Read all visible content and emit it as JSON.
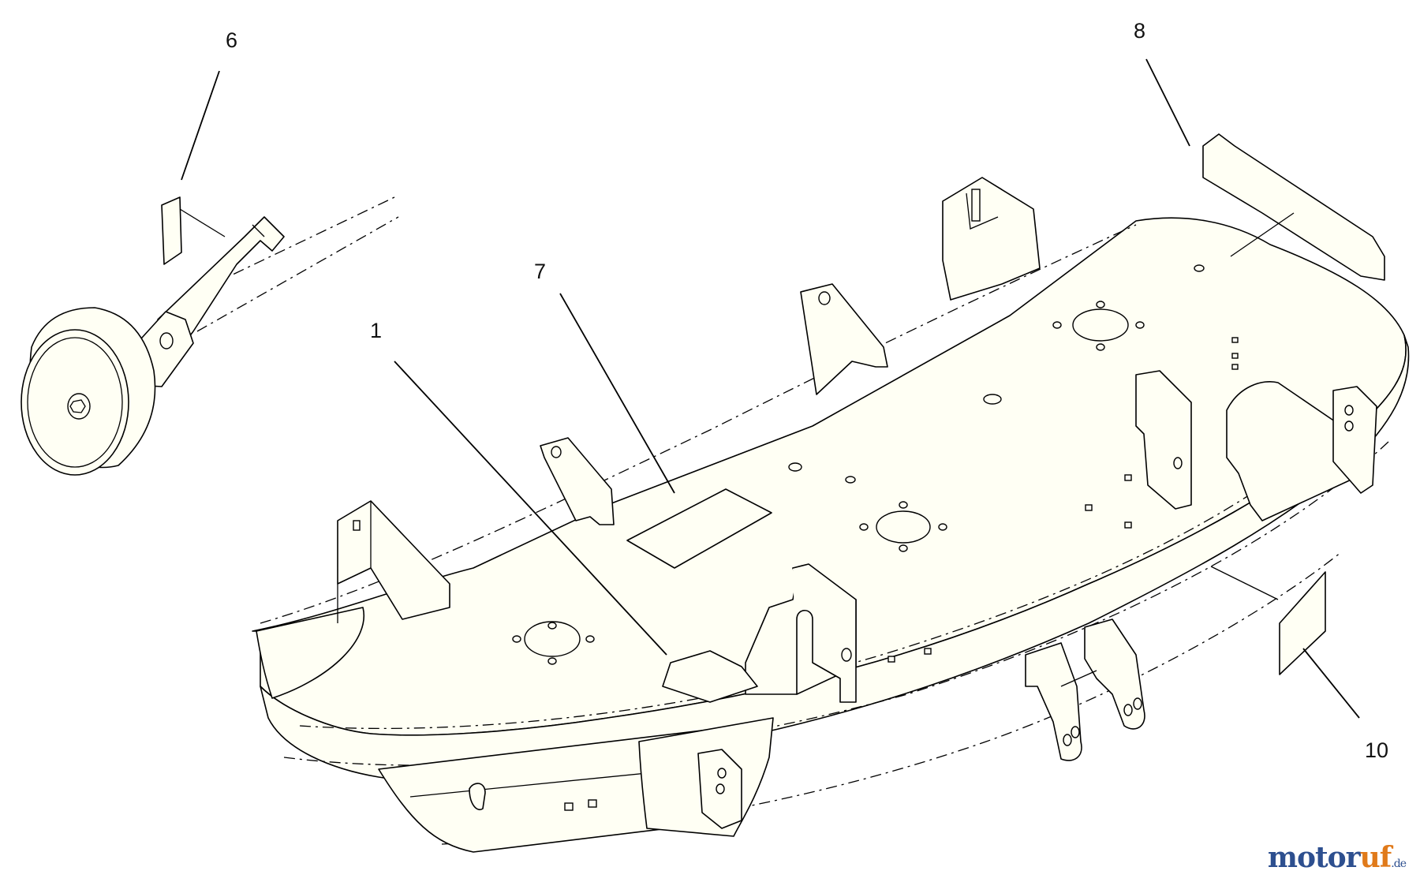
{
  "callouts": {
    "c1": "1",
    "c6": "6",
    "c7": "7",
    "c8": "8",
    "c10": "10"
  },
  "watermark": {
    "main": "motor",
    "accent": "uf",
    "tld": ".de"
  },
  "colors": {
    "background": "#ffffff",
    "part_fill": "#fffff4",
    "line": "#000000",
    "watermark_blue": "#2d4f8f",
    "watermark_orange": "#e07a1a"
  }
}
